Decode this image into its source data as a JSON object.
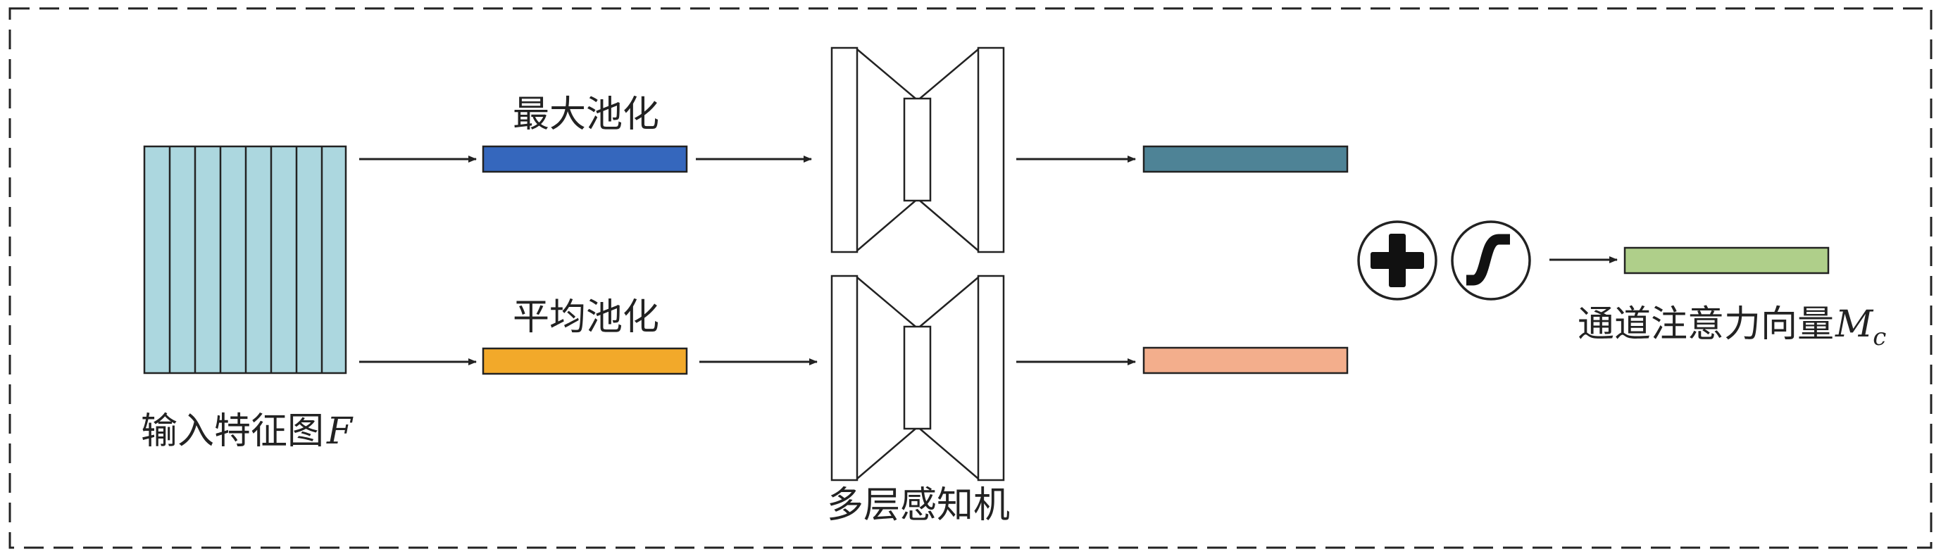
{
  "labels": {
    "max_pool": "最大池化",
    "avg_pool": "平均池化",
    "input_feature": "输入特征图",
    "input_var": "F",
    "mlp": "多层感知机",
    "output": "通道注意力向量",
    "output_var": "M",
    "output_sub": "c"
  },
  "colors": {
    "feature_map": "#acd7df",
    "max_pool_bar": "#3567bd",
    "avg_pool_bar": "#f2a92a",
    "max_out_bar": "#4e8396",
    "avg_out_bar": "#f3ae8c",
    "attention_bar": "#afcf8a",
    "stroke": "#222222"
  },
  "icons": [
    "plus-circle-icon",
    "sigmoid-icon"
  ]
}
